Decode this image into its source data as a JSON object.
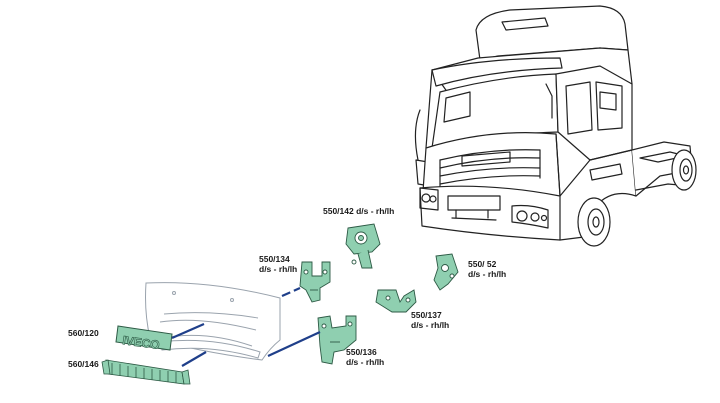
{
  "colors": {
    "part_fill": "#8fcfb0",
    "part_stroke": "#2d5a45",
    "truck_stroke": "#222222",
    "leader_line": "#1f3f8a",
    "grille_stroke": "#9aa3ad"
  },
  "parts": {
    "p550_142": {
      "code": "550/142 d/s - rh/lh"
    },
    "p550_134": {
      "code": "550/134",
      "side": "d/s - rh/lh"
    },
    "p550_52": {
      "code": "550/ 52",
      "side": "d/s - rh/lh"
    },
    "p550_137": {
      "code": "550/137",
      "side": "d/s - rh/lh"
    },
    "p550_136": {
      "code": "550/136",
      "side": "d/s - rh/lh"
    },
    "p560_120": {
      "code": "560/120"
    },
    "p560_146": {
      "code": "560/146"
    }
  },
  "badge_text": "IVECO"
}
